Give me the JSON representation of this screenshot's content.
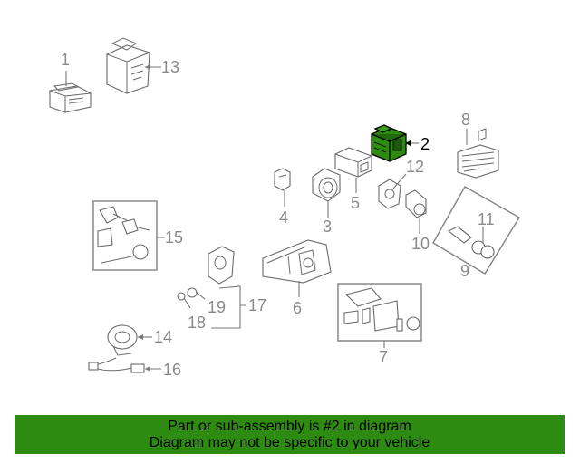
{
  "colors": {
    "highlight": "#2e8b12",
    "banner_bg": "#2e8b12",
    "callout_text": "#8a8a8a"
  },
  "callouts": [
    "1",
    "2",
    "3",
    "4",
    "5",
    "6",
    "7",
    "8",
    "9",
    "10",
    "11",
    "12",
    "13",
    "14",
    "15",
    "16",
    "17",
    "18",
    "19"
  ],
  "banner": {
    "line1": "Part or sub-assembly is #2 in diagram",
    "line2": "Diagram may not be specific to your vehicle"
  }
}
